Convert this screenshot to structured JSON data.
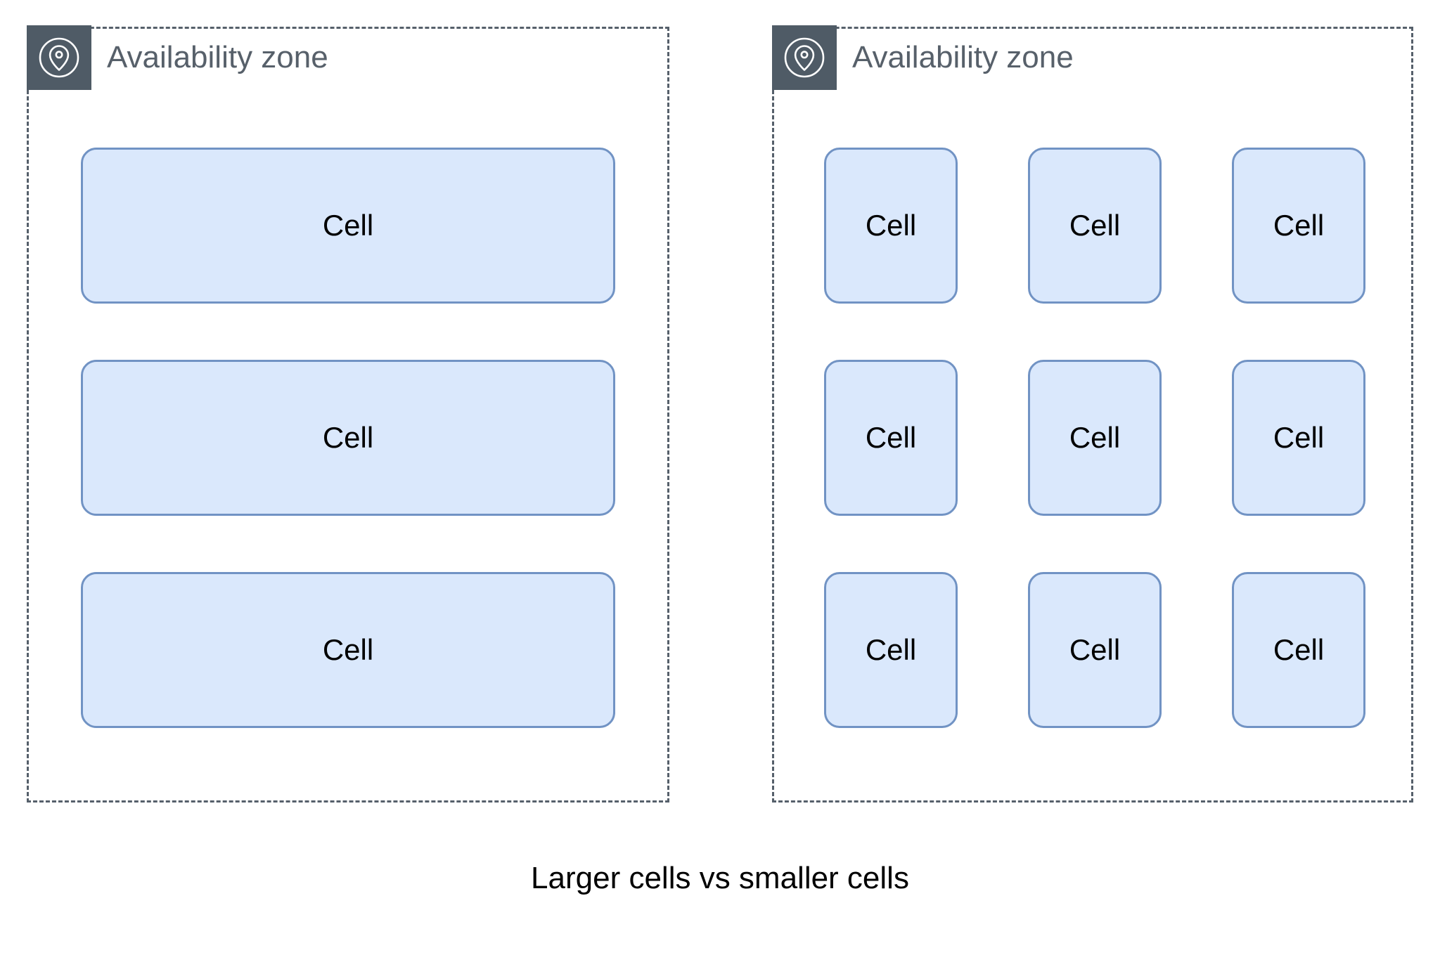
{
  "page": {
    "background_color": "#ffffff",
    "caption": "Larger cells vs smaller cells"
  },
  "colors": {
    "zone_border": "#56606b",
    "icon_box_background": "#4f5b66",
    "icon_stroke": "#ffffff",
    "zone_label_text": "#57606a",
    "cell_fill": "#dae8fc",
    "cell_border": "#7193c4",
    "cell_text": "#000000",
    "caption_text": "#000000"
  },
  "zones": [
    {
      "id": "left",
      "label": "Availability zone",
      "icon": "location-pin-icon",
      "layout": "single-column",
      "cells": [
        {
          "label": "Cell"
        },
        {
          "label": "Cell"
        },
        {
          "label": "Cell"
        }
      ]
    },
    {
      "id": "right",
      "label": "Availability zone",
      "icon": "location-pin-icon",
      "layout": "three-by-three-grid",
      "cells": [
        {
          "label": "Cell"
        },
        {
          "label": "Cell"
        },
        {
          "label": "Cell"
        },
        {
          "label": "Cell"
        },
        {
          "label": "Cell"
        },
        {
          "label": "Cell"
        },
        {
          "label": "Cell"
        },
        {
          "label": "Cell"
        },
        {
          "label": "Cell"
        }
      ]
    }
  ]
}
